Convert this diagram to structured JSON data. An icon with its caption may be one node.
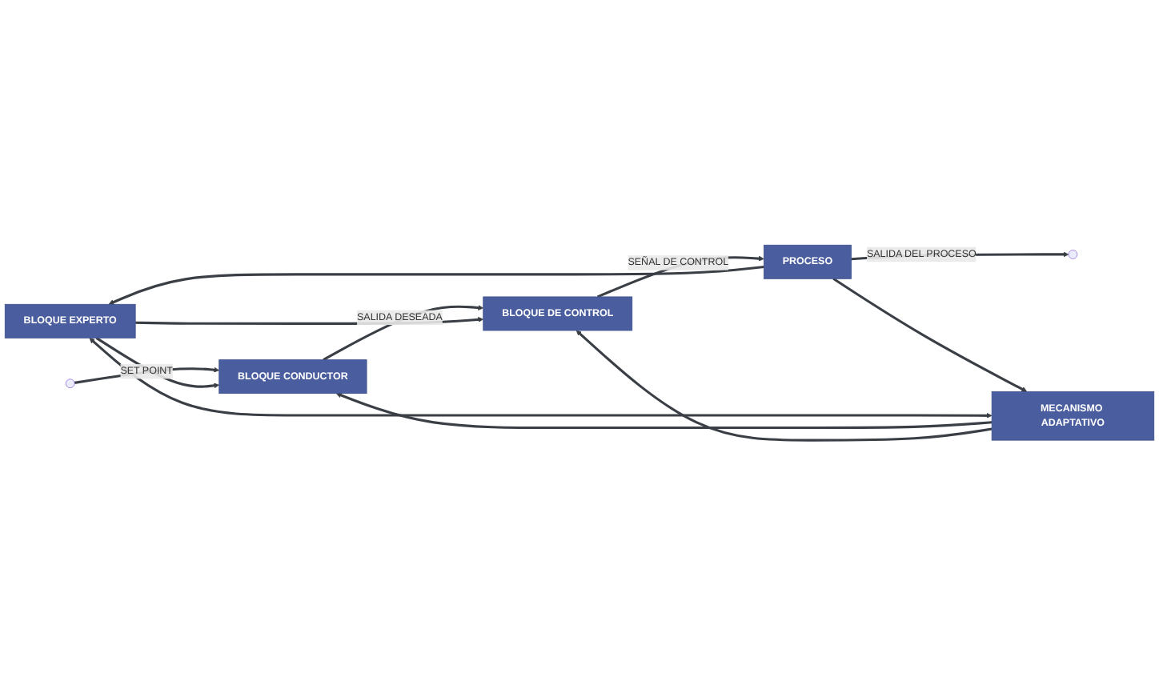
{
  "diagram": {
    "nodes": [
      {
        "text": [
          "BLOQUE EXPERTO"
        ]
      },
      {
        "text": [
          "BLOQUE CONDUCTOR"
        ]
      },
      {
        "text": [
          "BLOQUE DE CONTROL"
        ]
      },
      {
        "text": [
          "PROCESO"
        ]
      },
      {
        "text": [
          "MECANISMO ADAPTATIVO"
        ]
      }
    ],
    "edges": [
      {
        "from": null,
        "to": 1,
        "arrow": "to",
        "label": "SET POINT"
      },
      {
        "from": 1,
        "to": 2,
        "arrow": "to",
        "label": "SALIDA DESEADA"
      },
      {
        "from": 2,
        "to": 3,
        "arrow": "to",
        "label": "SEÑAL DE CONTROL"
      },
      {
        "from": 3,
        "to": null,
        "arrow": "to",
        "label": "SALIDA DEL PROCESO"
      },
      {
        "from": 0,
        "to": 1,
        "arrow": "to"
      },
      {
        "from": 0,
        "to": 2,
        "arrow": "to"
      },
      {
        "from": 3,
        "to": 0,
        "arrow": "to"
      },
      {
        "from": 3,
        "to": 4,
        "arrow": "to"
      },
      {
        "from": 0,
        "to": 4,
        "arrow": "both"
      },
      {
        "from": 4,
        "to": 1,
        "arrow": "to"
      },
      {
        "from": 4,
        "to": 2,
        "arrow": "to"
      }
    ]
  }
}
